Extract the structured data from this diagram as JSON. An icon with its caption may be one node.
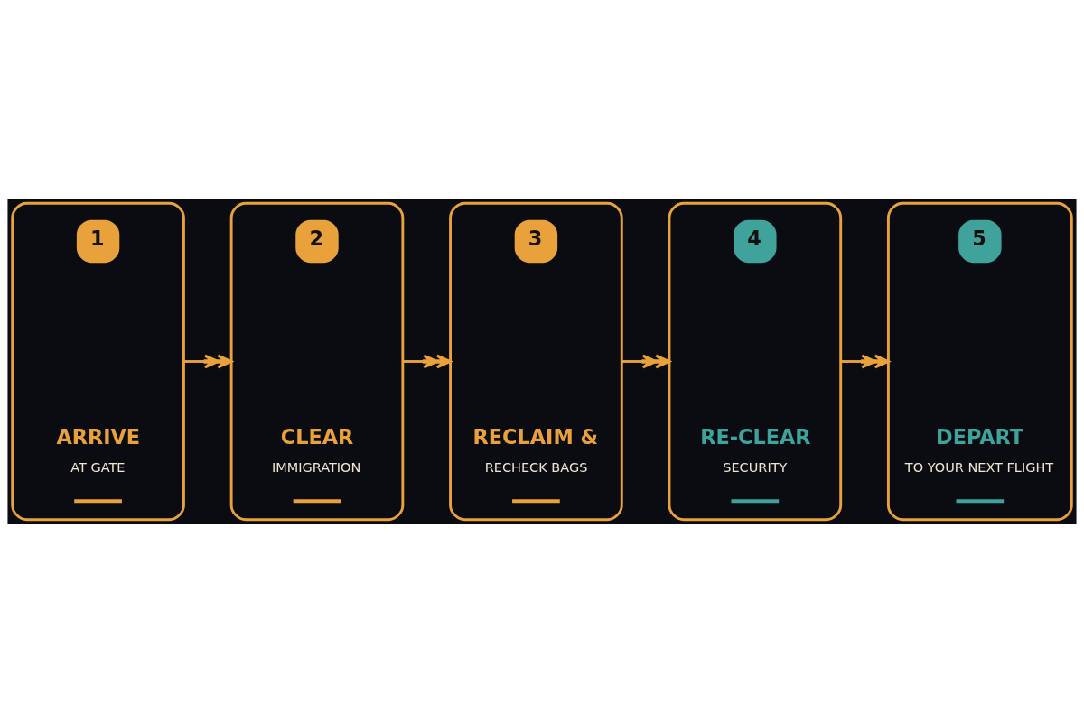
{
  "diagram": {
    "nodes": [
      {
        "text": [
          "1",
          "ARRIVE",
          "AT GATE"
        ]
      },
      {
        "text": [
          "2",
          "CLEAR",
          "IMMIGRATION"
        ]
      },
      {
        "text": [
          "3",
          "RECLAIM &",
          "RECHECK BAGS"
        ]
      },
      {
        "text": [
          "4",
          "RE-CLEAR",
          "SECURITY"
        ]
      },
      {
        "text": [
          "5",
          "DEPART",
          "TO YOUR NEXT FLIGHT"
        ]
      }
    ],
    "edges": [
      {
        "from": 0,
        "to": 1,
        "arrow": "to"
      },
      {
        "from": 1,
        "to": 2,
        "arrow": "to"
      },
      {
        "from": 2,
        "to": 3,
        "arrow": "to"
      },
      {
        "from": 3,
        "to": 4,
        "arrow": "to"
      }
    ]
  }
}
